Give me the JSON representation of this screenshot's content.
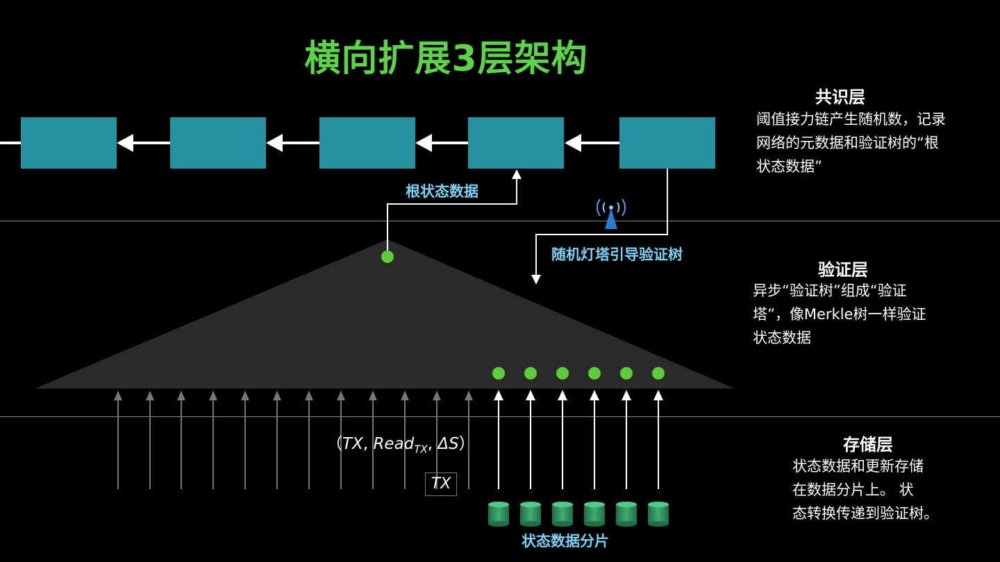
{
  "title": "横向扩展3层架构",
  "consensus": {
    "heading": "共识层",
    "lines": [
      "阈值接力链产生随机数，记录",
      "网络的元数据和验证树的“根",
      "状态数据”"
    ]
  },
  "validation": {
    "heading": "验证层",
    "lines": [
      "异步“验证树”组成“验证",
      "塔”，像Merkle树一样验证",
      "状态数据"
    ]
  },
  "storage": {
    "heading": "存储层",
    "lines": [
      "状态数据和更新存储",
      "在数据分片上。 状",
      "态转换传递到验证树。"
    ]
  },
  "labels": {
    "root_state": "根状态数据",
    "beacon": "随机灯塔引导验证树",
    "shards": "状态数据分片",
    "formula_open": "（",
    "formula_tx": "TX",
    "formula_sep1": ", ",
    "formula_read": "Read",
    "formula_sub": "TX",
    "formula_sep2": ", ",
    "formula_delta": "ΔS",
    "formula_close": "）",
    "tx_box": "TX"
  },
  "colors": {
    "title_green": "#5ed34a",
    "block_teal": "#26929f",
    "node_green": "#5fcc3b",
    "label_cyan": "#7fd0f5",
    "shard_green": "#2e8b57"
  },
  "icons": [
    "antenna-icon",
    "database-icon"
  ]
}
